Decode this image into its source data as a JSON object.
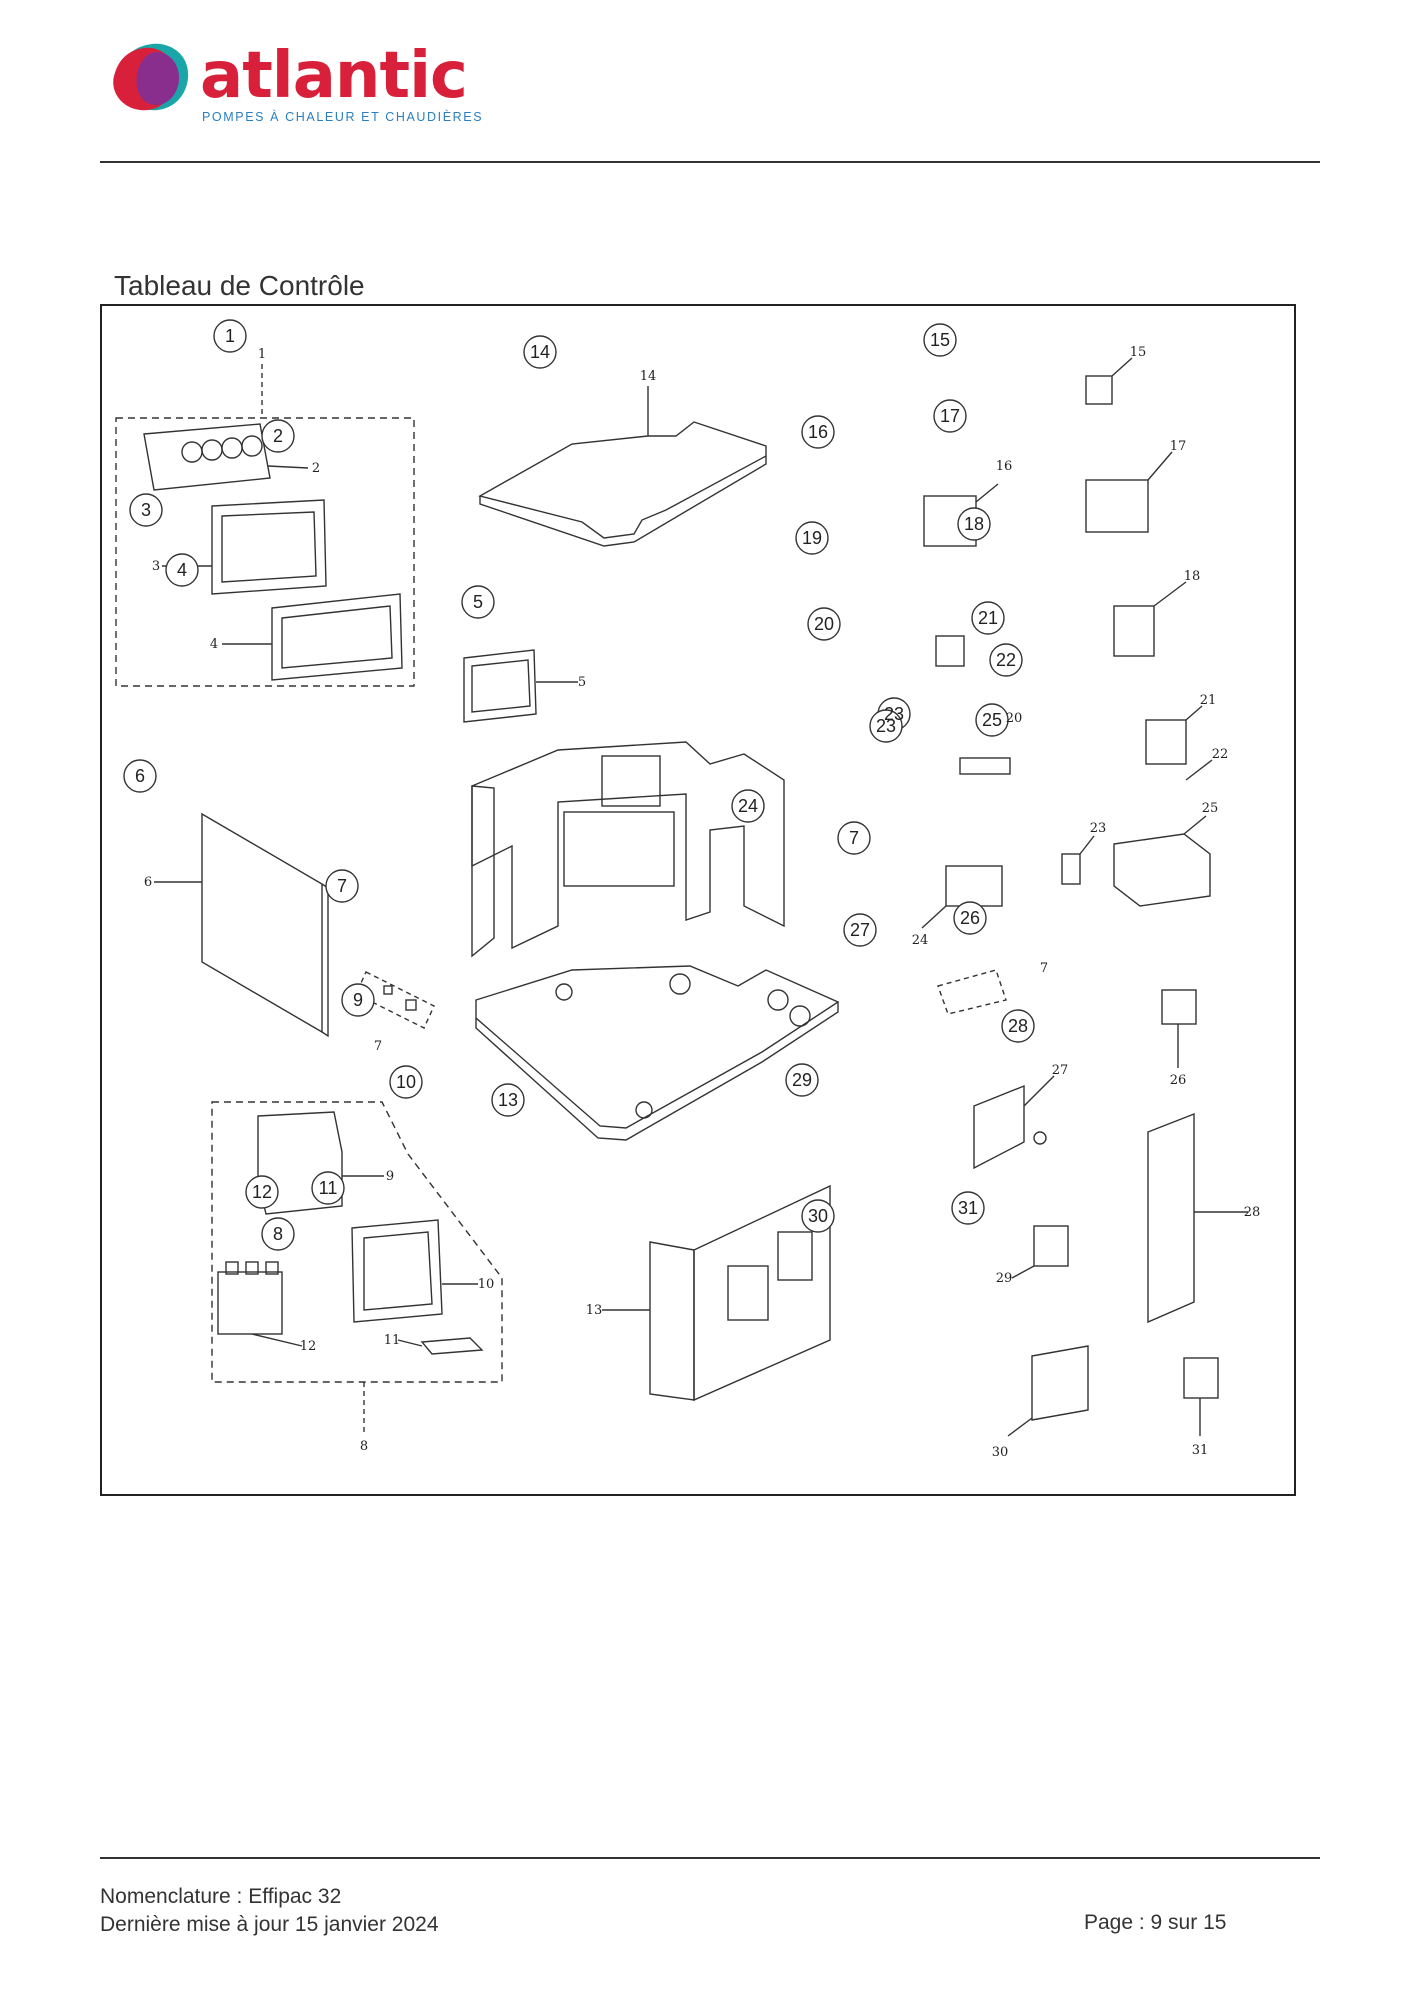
{
  "header": {
    "brand_name": "atlantic",
    "tagline": "POMPES À CHALEUR ET CHAUDIÈRES",
    "colors": {
      "brand_red": "#d8203a",
      "brand_blue": "#2b7fc0",
      "logo_purple": "#8a2e8e",
      "logo_teal": "#1aa6a8"
    }
  },
  "section": {
    "title": "Tableau de Contrôle"
  },
  "diagram": {
    "callouts": [
      "1",
      "2",
      "3",
      "4",
      "5",
      "6",
      "7",
      "8",
      "9",
      "10",
      "11",
      "12",
      "13",
      "14",
      "15",
      "16",
      "17",
      "18",
      "19",
      "20",
      "21",
      "22",
      "23",
      "23",
      "24",
      "25",
      "26",
      "27",
      "28",
      "29",
      "30",
      "31",
      "7"
    ],
    "part_labels": [
      "1",
      "2",
      "3",
      "4",
      "5",
      "6",
      "7",
      "8",
      "9",
      "10",
      "11",
      "12",
      "13",
      "14",
      "15",
      "16",
      "17",
      "18",
      "20",
      "21",
      "22",
      "23",
      "24",
      "25",
      "26",
      "27",
      "28",
      "29",
      "30",
      "31",
      "7"
    ]
  },
  "footer": {
    "line1": "Nomenclature : Effipac 32",
    "line2": "Dernière mise à jour 15 janvier 2024",
    "page": "Page : 9 sur 15"
  }
}
